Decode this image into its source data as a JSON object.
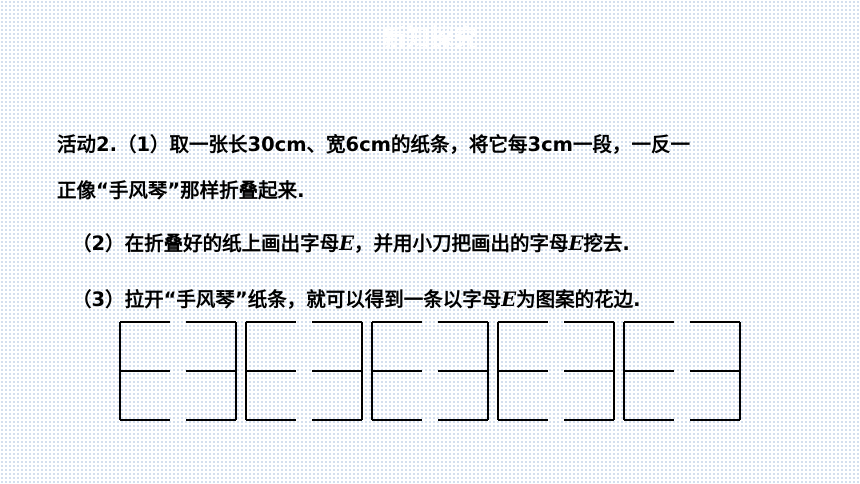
{
  "title": "新知探究",
  "activity": {
    "line1": "活动2.（1）取一张长30cm、宽6cm的纸条，将它每3cm一段，一反一",
    "line2": "正像“手风琴”那样折叠起来.",
    "step2_before": "（2）在折叠好的纸上画出字母",
    "step2_letter1": "E",
    "step2_middle": "，并用小刀把画出的字母",
    "step2_letter2": "E",
    "step2_after": "挖去.",
    "step3_before": "（3）拉开“手风琴”纸条，就可以得到一条以字母",
    "step3_letter": "E",
    "step3_after": "为图案的花边."
  },
  "lace_pattern": {
    "letter": "E",
    "repeat_count": 5,
    "line_color": "#000000"
  }
}
